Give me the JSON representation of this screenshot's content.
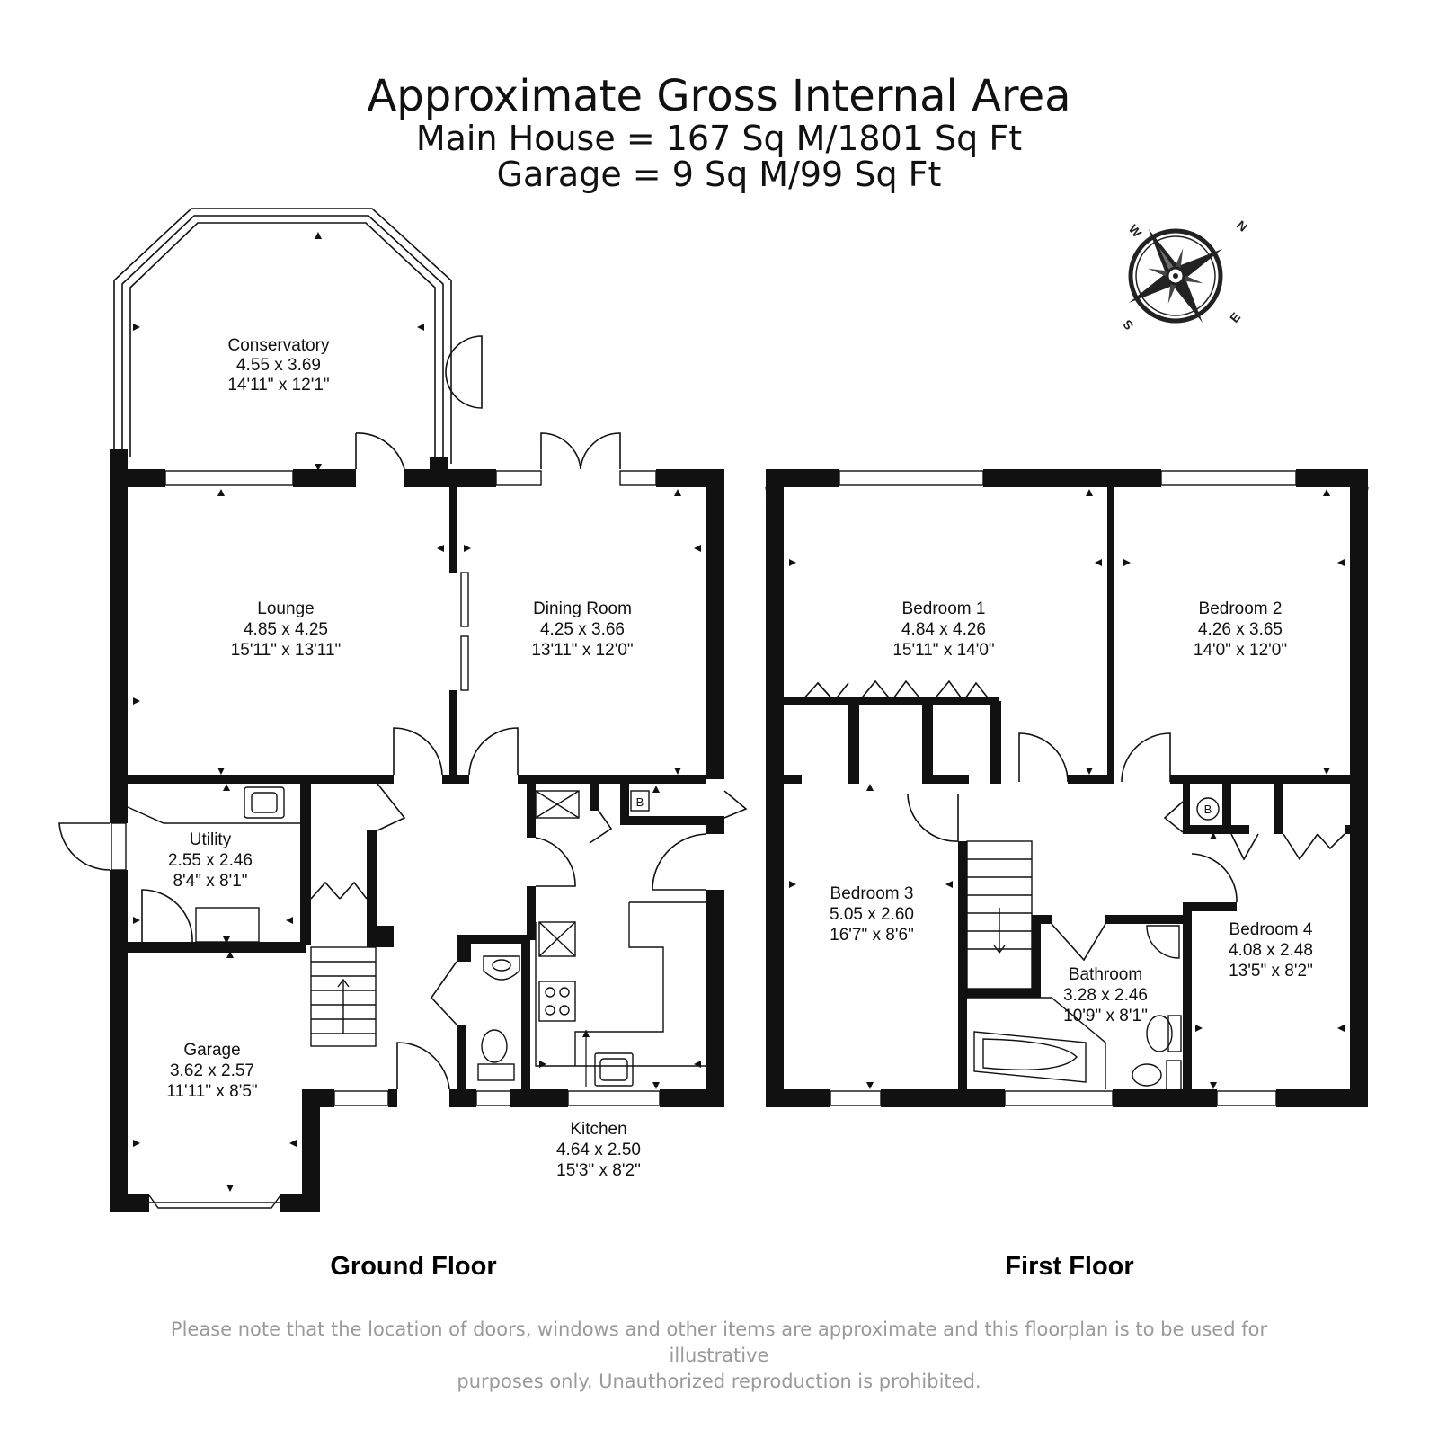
{
  "header": {
    "title": "Approximate Gross Internal Area",
    "main_house": "Main House = 167 Sq M/1801 Sq Ft",
    "garage": "Garage = 9 Sq M/99 Sq Ft"
  },
  "compass": {
    "north": "N",
    "east": "E",
    "south": "S",
    "west": "W"
  },
  "ground_floor": {
    "label": "Ground Floor",
    "rooms": {
      "conservatory": {
        "name": "Conservatory",
        "metric": "4.55 x 3.69",
        "imperial": "14'11\" x 12'1\""
      },
      "lounge": {
        "name": "Lounge",
        "metric": "4.85 x 4.25",
        "imperial": "15'11\" x 13'11\""
      },
      "dining": {
        "name": "Dining Room",
        "metric": "4.25 x 3.66",
        "imperial": "13'11\" x 12'0\""
      },
      "utility": {
        "name": "Utility",
        "metric": "2.55 x 2.46",
        "imperial": "8'4\" x 8'1\""
      },
      "garage": {
        "name": "Garage",
        "metric": "3.62 x 2.57",
        "imperial": "11'11\" x 8'5\""
      },
      "kitchen": {
        "name": "Kitchen",
        "metric": "4.64 x 2.50",
        "imperial": "15'3\" x 8'2\""
      }
    },
    "boiler": "B"
  },
  "first_floor": {
    "label": "First Floor",
    "rooms": {
      "bedroom1": {
        "name": "Bedroom 1",
        "metric": "4.84 x 4.26",
        "imperial": "15'11\" x 14'0\""
      },
      "bedroom2": {
        "name": "Bedroom 2",
        "metric": "4.26 x 3.65",
        "imperial": "14'0\" x 12'0\""
      },
      "bedroom3": {
        "name": "Bedroom 3",
        "metric": "5.05 x 2.60",
        "imperial": "16'7\" x 8'6\""
      },
      "bathroom": {
        "name": "Bathroom",
        "metric": "3.28 x 2.46",
        "imperial": "10'9\" x 8'1\""
      },
      "bedroom4": {
        "name": "Bedroom 4",
        "metric": "4.08 x 2.48",
        "imperial": "13'5\" x 8'2\""
      }
    },
    "boiler": "B"
  },
  "footer": {
    "line1": "Please note that the location of doors, windows and other items are approximate and this floorplan is to be used for illustrative",
    "line2": "purposes only. Unauthorized reproduction is prohibited."
  }
}
